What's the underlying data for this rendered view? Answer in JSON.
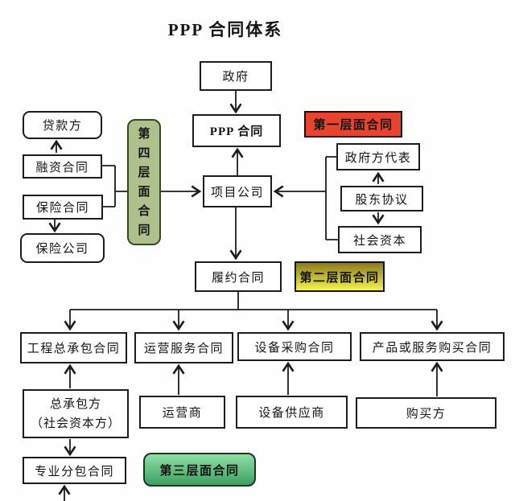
{
  "title": "PPP 合同体系",
  "nodes": {
    "government": "政府",
    "ppp_contract": "PPP 合同",
    "project_company": "项目公司",
    "performance_contract": "履约合同",
    "lender": "贷款方",
    "financing_contract": "融资合同",
    "insurance_contract": "保险合同",
    "insurance_company": "保险公司",
    "gov_representative": "政府方代表",
    "shareholder_agreement": "股东协议",
    "social_capital": "社会资本",
    "epc_contract": "工程总承包合同",
    "operation_service_contract": "运营服务合同",
    "equipment_procurement_contract": "设备采购合同",
    "product_purchase_contract": "产品或服务购买合同",
    "general_contractor": "总承包方\n（社会资本方）",
    "operator": "运营商",
    "equipment_supplier": "设备供应商",
    "buyer": "购买方",
    "subcontract": "专业分包合同"
  },
  "level_labels": {
    "level1": "第一层面合同",
    "level2": "第二层面合同",
    "level3": "第三层面合同",
    "level4": "第四层面合同"
  },
  "colors": {
    "level1_bg": "#e8432f",
    "level1_border": "#111111",
    "level2_top": "#8a7c1c",
    "level2_bottom": "#f5f351",
    "level2_border": "#111111",
    "level3_top": "#8ee0a5",
    "level3_bottom": "#3da061",
    "level3_border": "#17381f",
    "level4_bg": "#aec18c",
    "level4_border": "#2e4d20",
    "line": "#1c1c1c"
  }
}
